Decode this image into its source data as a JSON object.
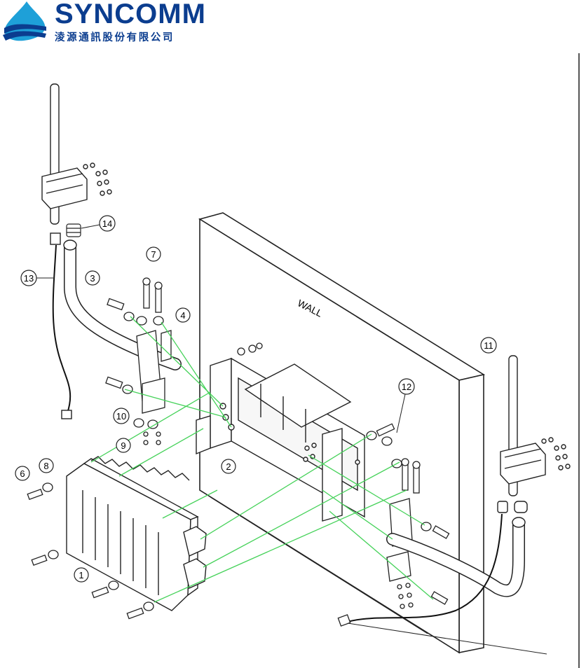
{
  "logo": {
    "name": "SYNCOMM",
    "subtitle": "淩源通訊股份有限公司"
  },
  "wall_label": "WALL",
  "callouts": [
    "1",
    "2",
    "3",
    "4",
    "6",
    "7",
    "8",
    "9",
    "10",
    "11",
    "12",
    "13",
    "14"
  ],
  "colors": {
    "brand": "#0b3d8f",
    "brand_light": "#1ea0d8",
    "guide_lines": "#46d25a",
    "line_art": "#333333"
  }
}
